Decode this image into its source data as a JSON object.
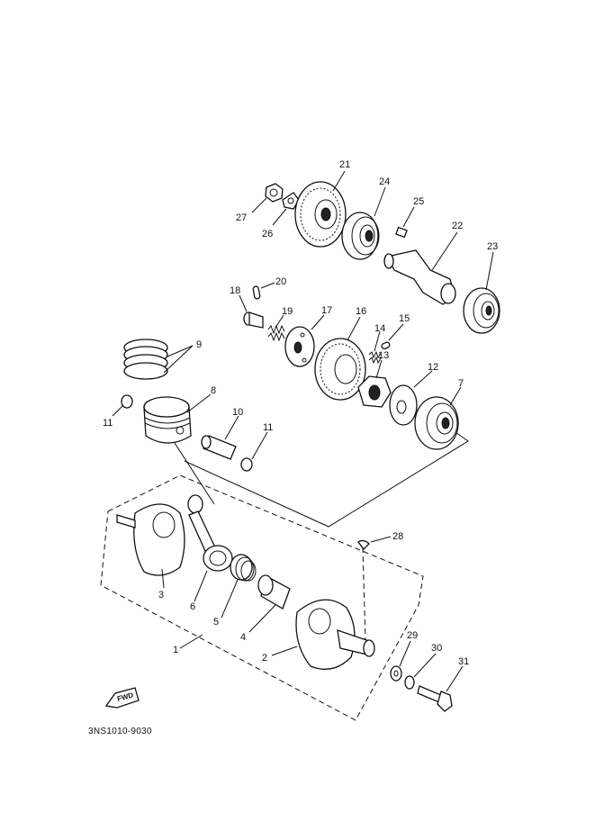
{
  "diagram": {
    "code": "3NS1010-9030",
    "fwd_label": "FWD",
    "callouts": {
      "p1": "1",
      "p2": "2",
      "p3": "3",
      "p4": "4",
      "p5": "5",
      "p6": "6",
      "p7": "7",
      "p8": "8",
      "p9": "9",
      "p10": "10",
      "p11a": "11",
      "p11b": "11",
      "p12": "12",
      "p13": "13",
      "p14": "14",
      "p15": "15",
      "p16": "16",
      "p17": "17",
      "p18": "18",
      "p19": "19",
      "p20": "20",
      "p21": "21",
      "p22": "22",
      "p23": "23",
      "p24": "24",
      "p25": "25",
      "p26": "26",
      "p27": "27",
      "p28": "28",
      "p29": "29",
      "p30": "30",
      "p31": "31"
    }
  }
}
